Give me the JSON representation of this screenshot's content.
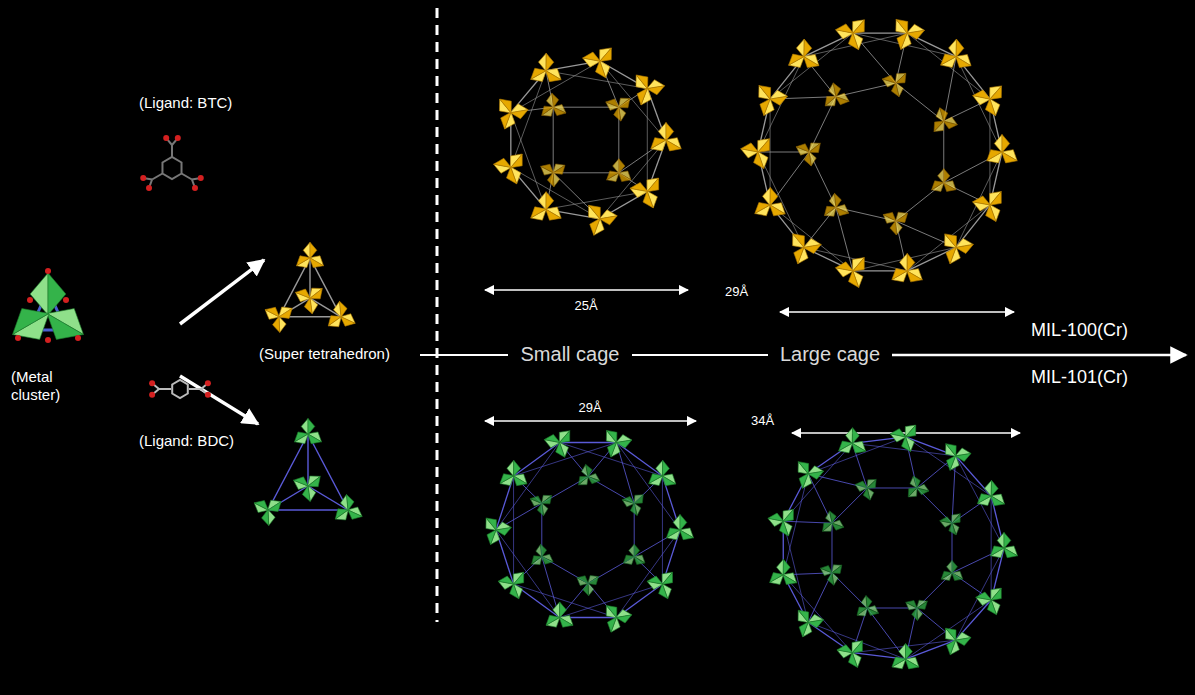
{
  "diagram": {
    "labels": [
      "(Ligand: BTC)",
      "25Å",
      "29Å",
      "MIL-100(Cr)",
      "(Super tetrahedron)",
      "Small cage",
      "Large cage",
      "(Metal cluster)",
      "MIL-101(Cr)",
      "29Å",
      "34Å",
      "(Ligand: BDC)"
    ]
  }
}
